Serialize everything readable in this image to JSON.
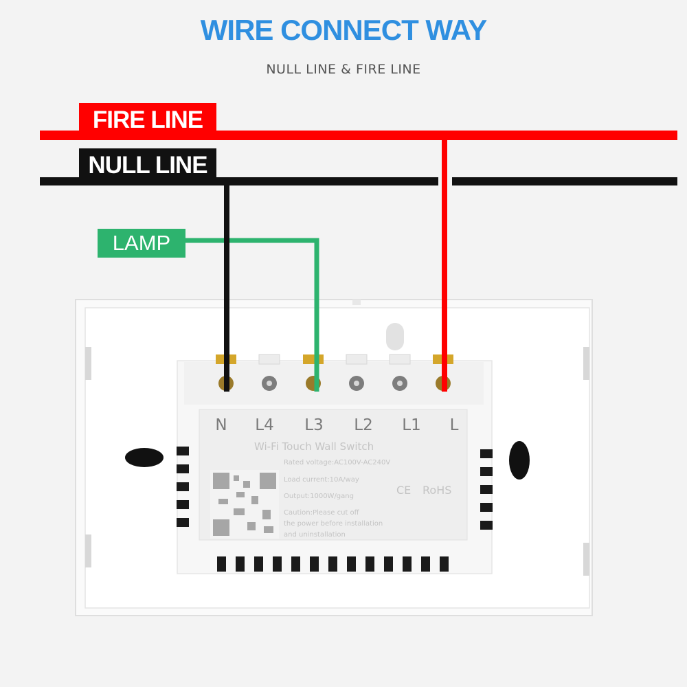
{
  "title": "WIRE CONNECT WAY",
  "subtitle": "NULL LINE & FIRE LINE",
  "labels": {
    "fire": "FIRE LINE",
    "null": "NULL LINE",
    "lamp": "LAMP"
  },
  "terminals": [
    "N",
    "L4",
    "L3",
    "L2",
    "L1",
    "L"
  ],
  "sticker": {
    "product": "Wi-Fi Touch Wall Switch",
    "rated_voltage": "Rated voltage:AC100V-AC240V",
    "load_current": "Load current:10A/way",
    "output": "Output:1000W/gang",
    "caution_1": "Caution:Please cut off",
    "caution_2": "the power before installation",
    "caution_3": "and uninstallation",
    "ce": "CE",
    "rohs": "RoHS"
  },
  "colors": {
    "title": "#2f8fe0",
    "fire": "#ff0000",
    "null": "#111111",
    "lamp": "#2db36e"
  }
}
